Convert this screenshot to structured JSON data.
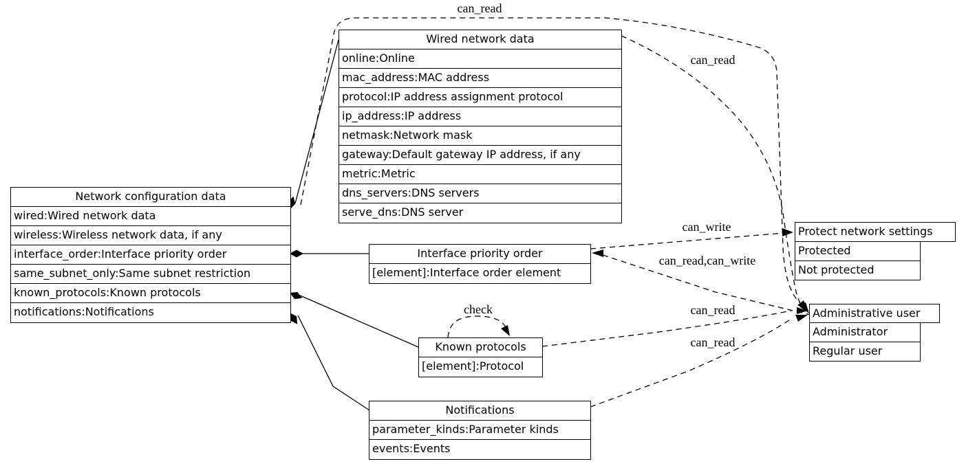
{
  "diagram": {
    "colors": {
      "line": "#000000",
      "background": "#ffffff",
      "text": "#000000"
    },
    "nodes": {
      "netconf": {
        "title": "Network configuration data",
        "rows": [
          "wired:Wired network data",
          "wireless:Wireless network data, if any",
          "interface_order:Interface priority order",
          "same_subnet_only:Same subnet restriction",
          "known_protocols:Known protocols",
          "notifications:Notifications"
        ]
      },
      "wired": {
        "title": "Wired network data",
        "rows": [
          "online:Online",
          "mac_address:MAC address",
          "protocol:IP address assignment protocol",
          "ip_address:IP address",
          "netmask:Network mask",
          "gateway:Default gateway IP address, if any",
          "metric:Metric",
          "dns_servers:DNS servers",
          "serve_dns:DNS server"
        ]
      },
      "interface_order": {
        "title": "Interface priority order",
        "rows": [
          "[element]:Interface order element"
        ]
      },
      "known_protocols": {
        "title": "Known protocols",
        "rows": [
          "[element]:Protocol"
        ]
      },
      "notifications": {
        "title": "Notifications",
        "rows": [
          "parameter_kinds:Parameter kinds",
          "events:Events"
        ]
      },
      "protect": {
        "title": "Protect network settings",
        "rows": [
          "Protected",
          "Not protected"
        ]
      },
      "admin": {
        "title": "Administrative user",
        "rows": [
          "Administrator",
          "Regular user"
        ]
      }
    },
    "edges": [
      {
        "from": "Network configuration data",
        "to": "Administrative user",
        "label": "can_read",
        "style": "dashed"
      },
      {
        "from": "Wired network data",
        "to": "Administrative user",
        "label": "can_read",
        "style": "dashed"
      },
      {
        "from": "Interface priority order",
        "to": "Protect network settings",
        "label": "can_write",
        "style": "dashed"
      },
      {
        "from": "Administrative user",
        "to": "Interface priority order",
        "label": "can_read,can_write",
        "style": "dashed"
      },
      {
        "from": "Known protocols",
        "to": "Administrative user",
        "label": "can_read",
        "style": "dashed"
      },
      {
        "from": "Notifications",
        "to": "Administrative user",
        "label": "can_read",
        "style": "dashed"
      },
      {
        "from": "Known protocols",
        "to": "Known protocols",
        "label": "check",
        "style": "dashed"
      }
    ],
    "compositions": [
      {
        "owner": "Network configuration data",
        "part": "Wired network data"
      },
      {
        "owner": "Network configuration data",
        "part": "Interface priority order"
      },
      {
        "owner": "Network configuration data",
        "part": "Known protocols"
      },
      {
        "owner": "Network configuration data",
        "part": "Notifications"
      }
    ]
  }
}
